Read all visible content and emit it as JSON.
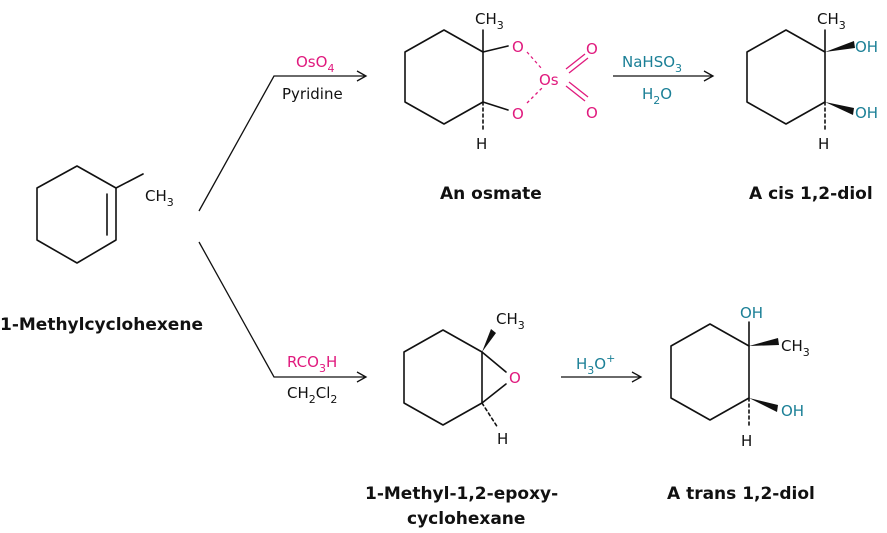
{
  "start": {
    "name": "1-Methylcyclohexene",
    "ch3": "CH",
    "ch3_sub": "3"
  },
  "top": {
    "step1": {
      "reagent": "OsO",
      "reagent_sub": "4",
      "solvent": "Pyridine"
    },
    "intermediate": {
      "name": "An osmate",
      "ch3": "CH",
      "ch3_sub": "3",
      "o1": "O",
      "o2": "O",
      "os": "Os",
      "o3": "O",
      "o4": "O",
      "h": "H"
    },
    "step2": {
      "reagent_pre": "NaHSO",
      "reagent_sub": "3",
      "solvent_pre": "H",
      "solvent_sub": "2",
      "solvent_post": "O"
    },
    "product": {
      "name": "A cis 1,2-diol",
      "ch3": "CH",
      "ch3_sub": "3",
      "oh1": "OH",
      "oh2": "OH",
      "h": "H"
    }
  },
  "bottom": {
    "step1": {
      "reagent_pre": "RCO",
      "reagent_sub": "3",
      "reagent_post": "H",
      "solvent_pre": "CH",
      "solvent_sub1": "2",
      "solvent_mid": "Cl",
      "solvent_sub2": "2"
    },
    "intermediate": {
      "name_line1": "1-Methyl-1,2-epoxy-",
      "name_line2": "cyclohexane",
      "ch3": "CH",
      "ch3_sub": "3",
      "o": "O",
      "h": "H"
    },
    "step2": {
      "reagent_pre": "H",
      "reagent_sub": "3",
      "reagent_mid": "O",
      "reagent_sup": "+"
    },
    "product": {
      "name": "A trans 1,2-diol",
      "oh_top": "OH",
      "ch3": "CH",
      "ch3_sub": "3",
      "oh2": "OH",
      "h": "H"
    }
  },
  "colors": {
    "reagent_magenta": "#e0197d",
    "reagent_teal": "#1a7f96",
    "bond": "#111111"
  }
}
